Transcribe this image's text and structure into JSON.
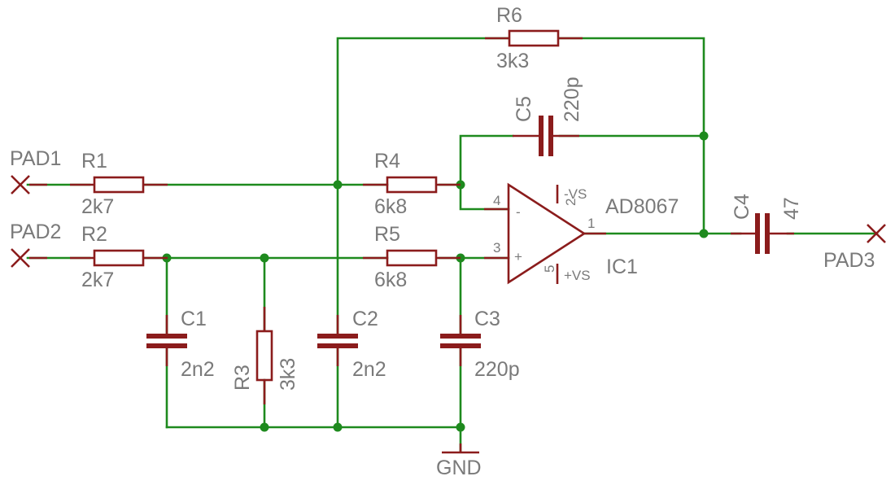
{
  "components": {
    "pad1": "PAD1",
    "pad2": "PAD2",
    "pad3": "PAD3",
    "r1": {
      "name": "R1",
      "value": "2k7"
    },
    "r2": {
      "name": "R2",
      "value": "2k7"
    },
    "r3": {
      "name": "R3",
      "value": "3k3"
    },
    "r4": {
      "name": "R4",
      "value": "6k8"
    },
    "r5": {
      "name": "R5",
      "value": "6k8"
    },
    "r6": {
      "name": "R6",
      "value": "3k3"
    },
    "c1": {
      "name": "C1",
      "value": "2n2"
    },
    "c2": {
      "name": "C2",
      "value": "2n2"
    },
    "c3": {
      "name": "C3",
      "value": "220p"
    },
    "c4": {
      "name": "C4",
      "value": "47"
    },
    "c5": {
      "name": "C5",
      "value": "220p"
    },
    "ic1": {
      "name": "IC1",
      "part": "AD8067",
      "pins": {
        "in_neg": "4",
        "in_pos": "3",
        "out": "1",
        "neg_supply": "2",
        "pos_supply": "5"
      },
      "pin_marks": {
        "minus": "-",
        "plus": "+"
      },
      "supplies": {
        "neg": "-VS",
        "pos": "+VS"
      }
    },
    "gnd": "GND"
  },
  "colors": {
    "wire": "#1e8a1e",
    "symbol": "#8b1c1c",
    "label": "#7a7a7a"
  }
}
